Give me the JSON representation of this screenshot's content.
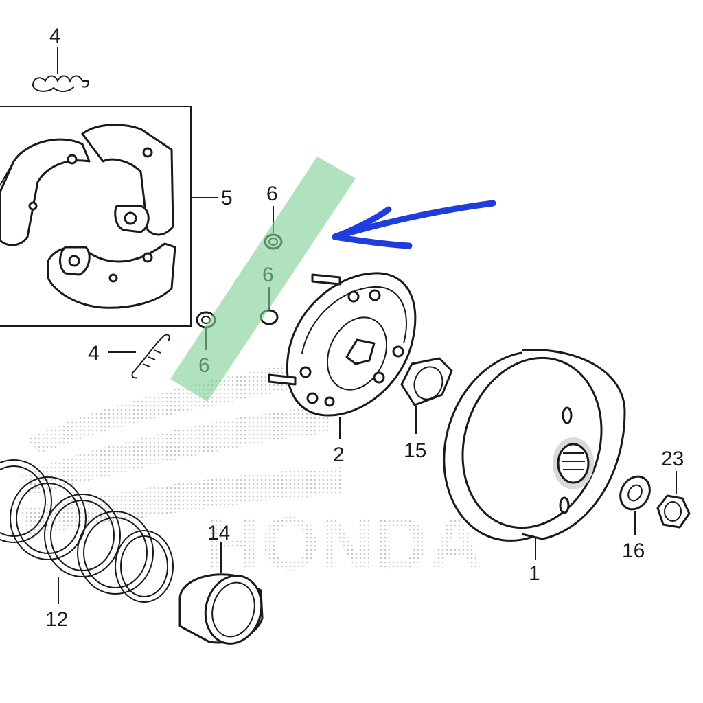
{
  "diagram": {
    "callouts": {
      "c4_top": "4",
      "c5": "5",
      "c6_a": "6",
      "c6_b": "6",
      "c6_c": "6",
      "c4_left": "4",
      "c2": "2",
      "c15": "15",
      "c23": "23",
      "c14": "14",
      "c16": "16",
      "c1": "1",
      "c12": "12"
    },
    "colors": {
      "highlight": "#7fd19a",
      "arrow": "#1f3ddb",
      "ink": "#1a1a1a",
      "watermark": "#c8c8c8"
    },
    "watermark_brand": "HONDA"
  }
}
